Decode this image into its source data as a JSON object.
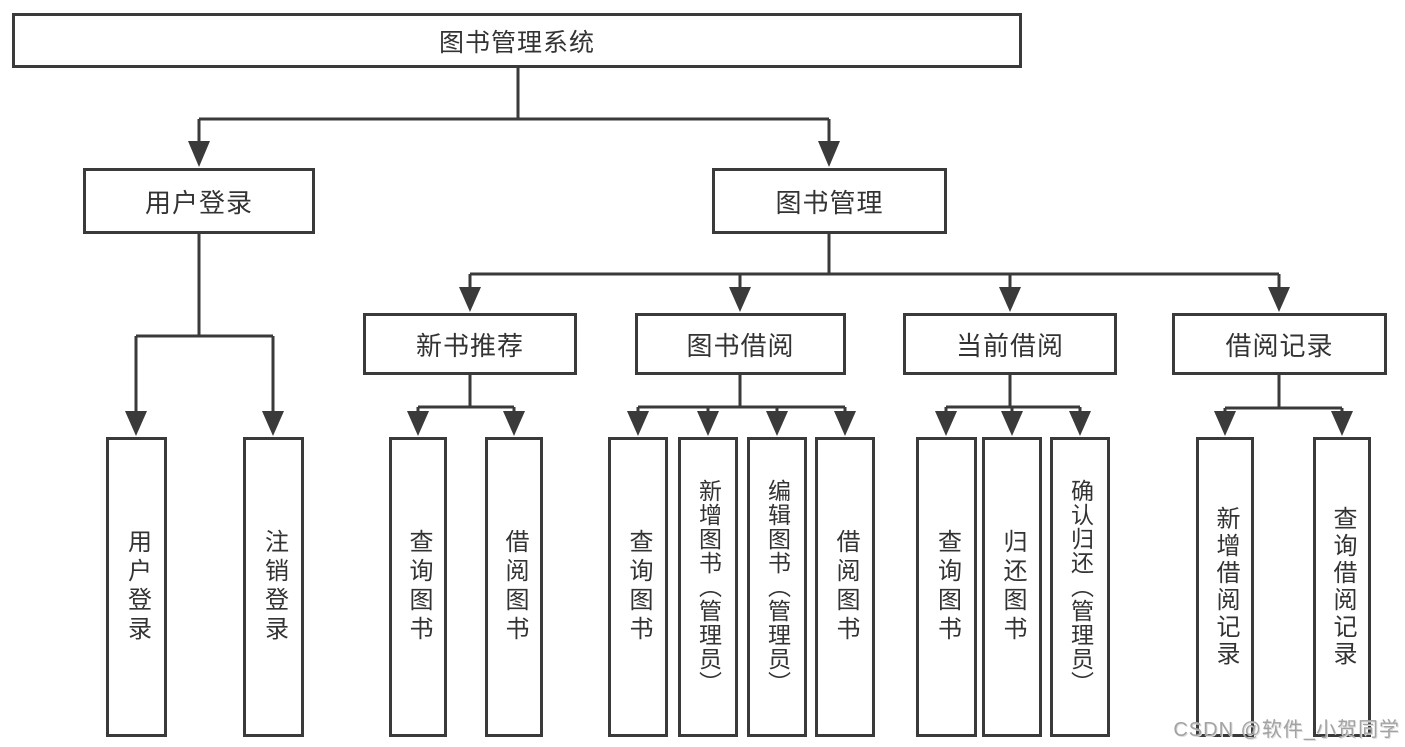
{
  "diagram": {
    "type": "hierarchy",
    "root": {
      "label": "图书管理系统"
    },
    "branches": [
      {
        "label": "用户登录",
        "children": [
          {
            "label": "用户登录"
          },
          {
            "label": "注销登录"
          }
        ]
      },
      {
        "label": "图书管理",
        "children": [
          {
            "label": "新书推荐",
            "children": [
              {
                "label": "查询图书"
              },
              {
                "label": "借阅图书"
              }
            ]
          },
          {
            "label": "图书借阅",
            "children": [
              {
                "label": "查询图书"
              },
              {
                "label": "新增图书（管理员）"
              },
              {
                "label": "编辑图书（管理员）"
              },
              {
                "label": "借阅图书"
              }
            ]
          },
          {
            "label": "当前借阅",
            "children": [
              {
                "label": "查询图书"
              },
              {
                "label": "归还图书"
              },
              {
                "label": "确认归还（管理员）"
              }
            ]
          },
          {
            "label": "借阅记录",
            "children": [
              {
                "label": "新增借阅记录"
              },
              {
                "label": "查询借阅记录"
              }
            ]
          }
        ]
      }
    ]
  },
  "colors": {
    "line": "#3a3a3a",
    "box_border": "#3a3a3a",
    "text": "#333333",
    "watermark_text": "#a3a3a3",
    "background": "#ffffff"
  },
  "watermark": "CSDN @软件_小贺同学"
}
